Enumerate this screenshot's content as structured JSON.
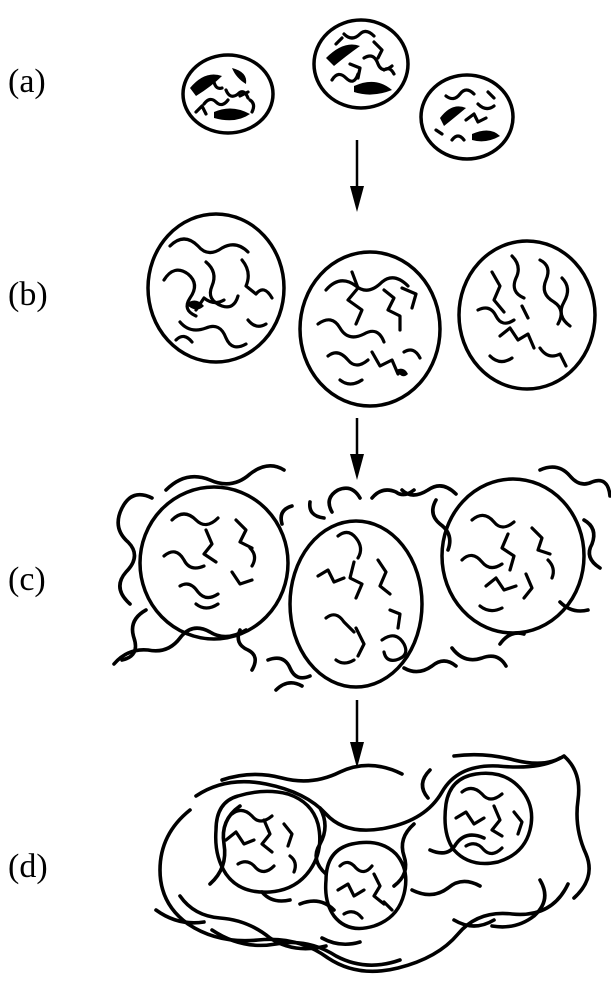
{
  "stages": [
    {
      "id": "a",
      "label": "(a)"
    },
    {
      "id": "b",
      "label": "(b)"
    },
    {
      "id": "c",
      "label": "(c)"
    },
    {
      "id": "d",
      "label": "(d)"
    }
  ]
}
